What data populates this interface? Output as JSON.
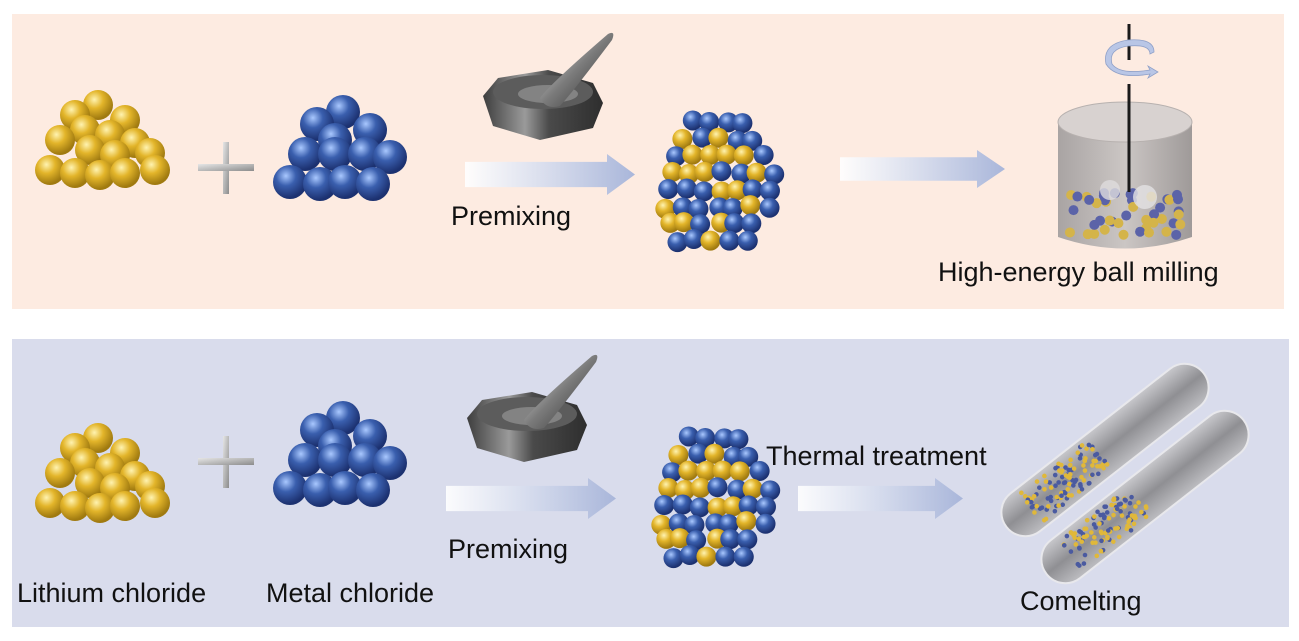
{
  "figure": {
    "routes": [
      {
        "id": "mechanochemical",
        "background": "#fdebe1",
        "steps": [
          {
            "label": "Premixing"
          },
          {
            "label": "High-energy ball milling"
          }
        ]
      },
      {
        "id": "melting",
        "background": "#d9dcec",
        "reactants": [
          "Lithium chloride",
          "Metal chloride"
        ],
        "steps": [
          {
            "label": "Premixing"
          },
          {
            "label": "Thermal treatment"
          },
          {
            "label": "Comelting"
          }
        ]
      }
    ],
    "colors": {
      "lithium_chloride_particle": "#e3b52a",
      "metal_chloride_particle": "#3a5fae",
      "arrow": "#a9b6da",
      "mortar": "#5a5a5a",
      "text": "#111111"
    },
    "icons": {
      "plus": "plus-icon",
      "arrow": "arrow-right-icon",
      "mortar": "mortar-pestle-icon",
      "ball_mill": "ball-mill-jar-icon",
      "rotation": "rotation-arrow-icon",
      "tube": "sealed-quartz-tube-icon"
    }
  }
}
